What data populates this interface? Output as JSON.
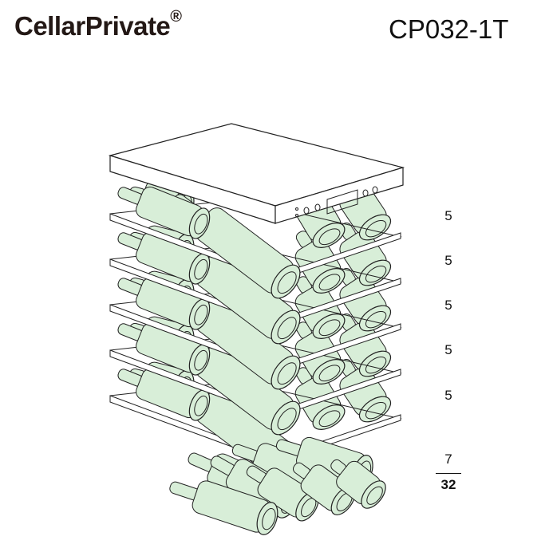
{
  "brand": {
    "name": "CellarPrivate",
    "mark": "®"
  },
  "model": "CP032-1T",
  "shelf_counts": [
    "5",
    "5",
    "5",
    "5",
    "5"
  ],
  "bottom_count": "7",
  "total": "32",
  "colors": {
    "bottle_fill": "#d8eed8",
    "line": "#222222"
  }
}
